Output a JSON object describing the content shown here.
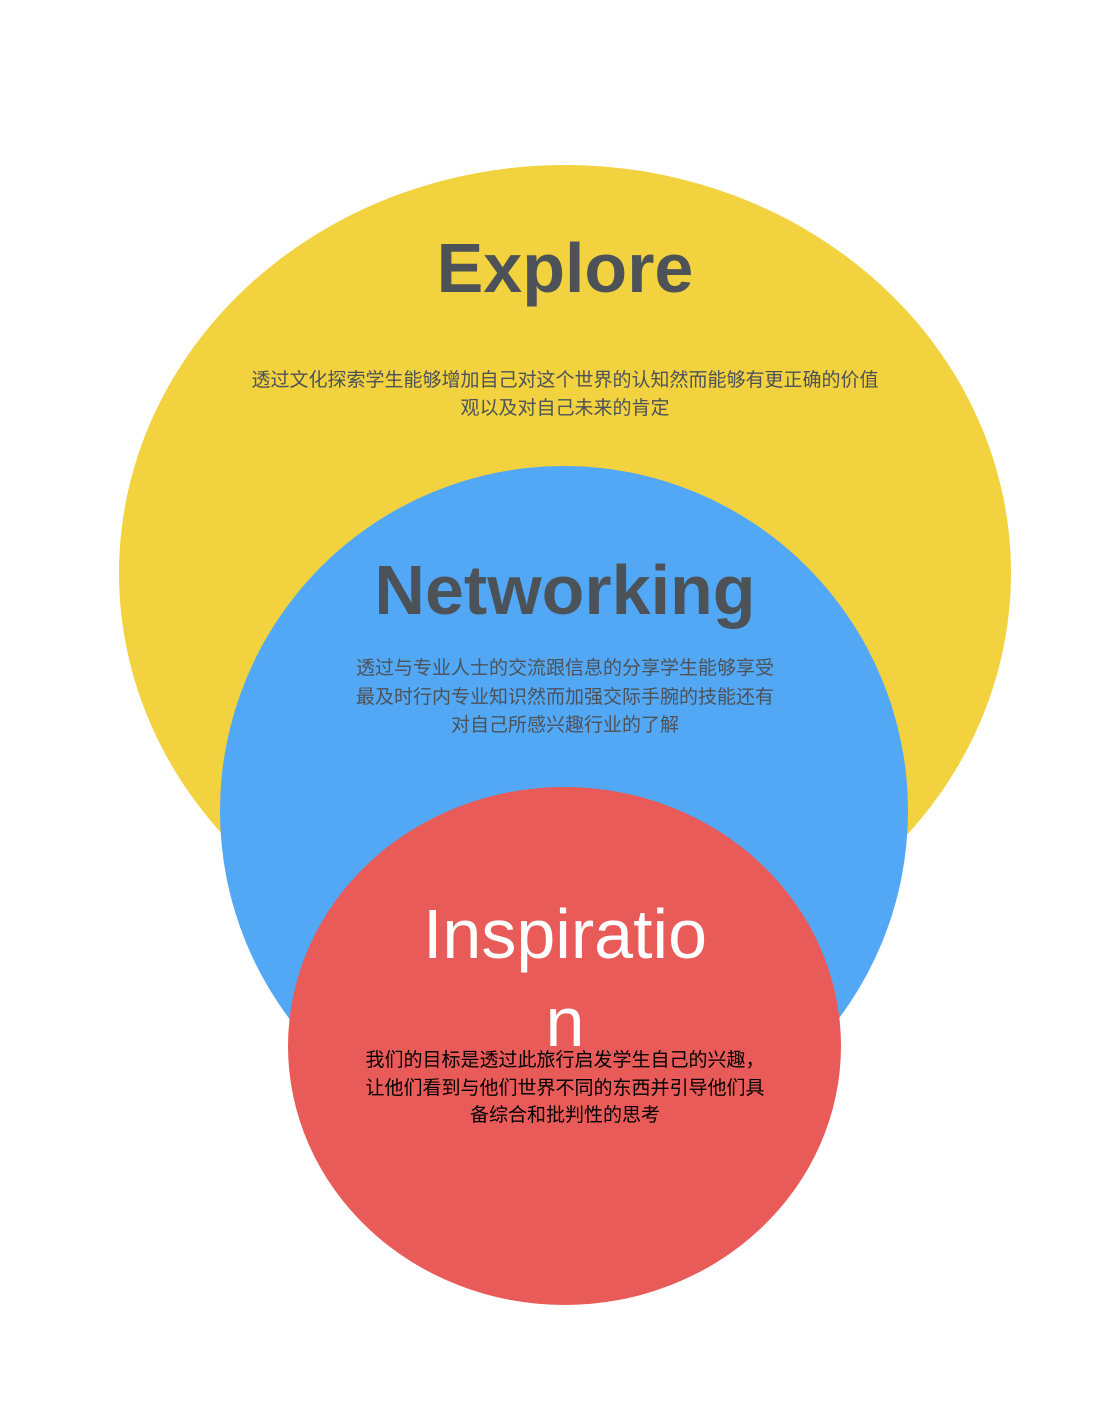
{
  "diagram": {
    "circles": [
      {
        "id": "explore",
        "title": "Explore",
        "body": "透过文化探索学生能够增加自己对这个世界的认知然而能够有更正确的价值观以及对自己未来的肯定",
        "color": "#F2D23F",
        "text_color": "#4D5258"
      },
      {
        "id": "networking",
        "title": "Networking",
        "body": "透过与专业人士的交流跟信息的分享学生能够享受最及时行内专业知识然而加强交际手腕的技能还有对自己所感兴趣行业的了解",
        "color": "#52A8F5",
        "text_color": "#4D5258"
      },
      {
        "id": "inspiration",
        "title": "Inspiration",
        "body": "我们的目标是透过此旅行启发学生自己的兴趣，让他们看到与他们世界不同的东西并引导他们具备综合和批判性的思考",
        "color": "#E85B58",
        "title_color": "#FFFFFF",
        "text_color": "#000000"
      }
    ]
  }
}
